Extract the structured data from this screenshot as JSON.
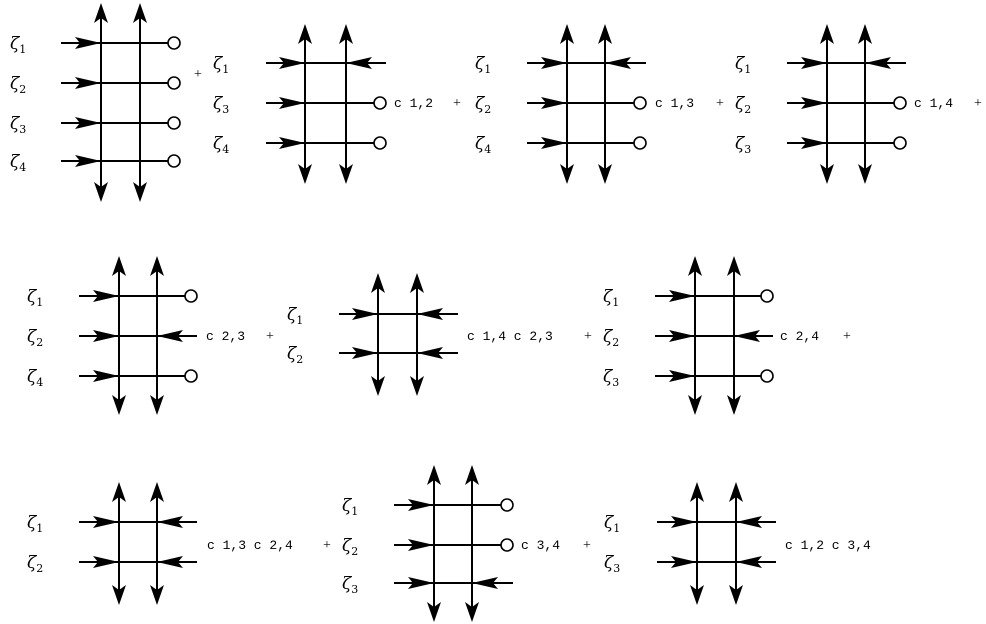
{
  "colors": {
    "stroke": "#000000",
    "background": "#ffffff"
  },
  "diagrams": [
    {
      "id": "d1",
      "labels": [
        "ζ1",
        "ζ2",
        "ζ3",
        "ζ4"
      ],
      "coefficient": "",
      "plus_after": "+"
    },
    {
      "id": "d2",
      "labels": [
        "ζ1",
        "ζ3",
        "ζ4"
      ],
      "coefficient": "c 1,2",
      "plus_after": "+"
    },
    {
      "id": "d3",
      "labels": [
        "ζ1",
        "ζ2",
        "ζ4"
      ],
      "coefficient": "c 1,3",
      "plus_after": "+"
    },
    {
      "id": "d4",
      "labels": [
        "ζ1",
        "ζ2",
        "ζ3"
      ],
      "coefficient": "c 1,4",
      "plus_after": "+"
    },
    {
      "id": "d5",
      "labels": [
        "ζ1",
        "ζ2",
        "ζ4"
      ],
      "coefficient": "c 2,3",
      "plus_after": "+"
    },
    {
      "id": "d6",
      "labels": [
        "ζ1",
        "ζ2"
      ],
      "coefficient": "c 1,4 c 2,3",
      "plus_after": "+"
    },
    {
      "id": "d7",
      "labels": [
        "ζ1",
        "ζ2",
        "ζ3"
      ],
      "coefficient": "c 2,4",
      "plus_after": "+"
    },
    {
      "id": "d8",
      "labels": [
        "ζ1",
        "ζ2"
      ],
      "coefficient": "c 1,3 c 2,4",
      "plus_after": "+"
    },
    {
      "id": "d9",
      "labels": [
        "ζ1",
        "ζ2",
        "ζ3"
      ],
      "coefficient": "c 3,4",
      "plus_after": "+"
    },
    {
      "id": "d10",
      "labels": [
        "ζ1",
        "ζ3"
      ],
      "coefficient": "c 1,2 c 3,4",
      "plus_after": ""
    }
  ]
}
